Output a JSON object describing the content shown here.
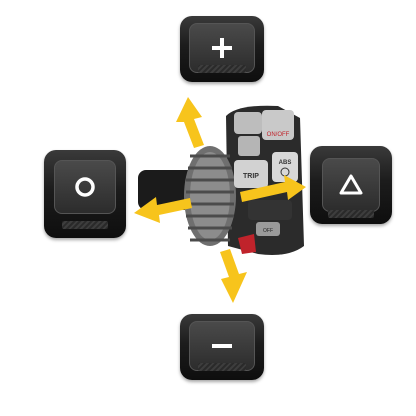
{
  "controls": {
    "button_up": {
      "icon": "plus-icon"
    },
    "button_down": {
      "icon": "minus-icon"
    },
    "button_left": {
      "icon": "circle-icon"
    },
    "button_right": {
      "icon": "triangle-icon"
    }
  },
  "handlebar": {
    "buttons": {
      "onoff_label": "ON/OFF",
      "trip_label": "TRIP",
      "abs_label": "ABS",
      "off_label": "OFF"
    }
  },
  "colors": {
    "arrow": "#f7c41c",
    "button_body": "#1c1c1c",
    "glyph": "#ffffff",
    "accent_red": "#c0232b"
  }
}
